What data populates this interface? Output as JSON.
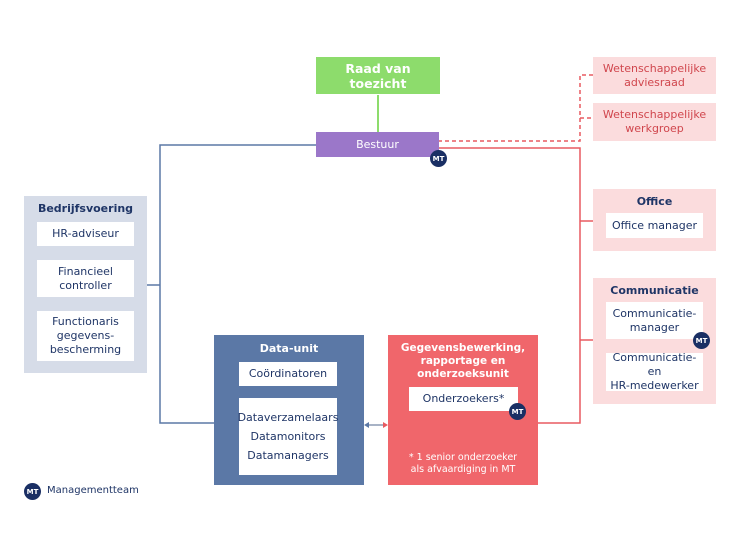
{
  "colors": {
    "green": "#8ddc6c",
    "purple": "#9b77c9",
    "light_blue_panel": "#d6dce8",
    "dark_blue_panel": "#5b78a6",
    "red_panel": "#f0666b",
    "pink_panel": "#fbdcdd",
    "pink_text": "#d0464d",
    "navy": "#1a2f64",
    "blue_line": "#5b78a6",
    "red_line": "#e85a60"
  },
  "raad": "Raad van toezicht",
  "bestuur": "Bestuur",
  "advies": [
    "Wetenschappelijke",
    "adviesraad"
  ],
  "werkgroep": [
    "Wetenschappelijke",
    "werkgroep"
  ],
  "office": {
    "title": "Office",
    "item": "Office manager"
  },
  "communicatie": {
    "title": "Communicatie",
    "manager": [
      "Communicatie-",
      "manager"
    ],
    "medewerker": [
      "Communicatie- en",
      "HR-medewerker"
    ]
  },
  "bedrijfsvoering": {
    "title": "Bedrijfsvoering",
    "hr": "HR-adviseur",
    "financieel": [
      "Financieel",
      "controller"
    ],
    "functionaris": [
      "Functionaris",
      "gegevens-",
      "bescherming"
    ]
  },
  "dataunit": {
    "title": "Data-unit",
    "coord": "Coördinatoren",
    "items": [
      "Dataverzamelaars",
      "Datamonitors",
      "Datamanagers"
    ]
  },
  "gegevens": {
    "title": [
      "Gegevensbewerking,",
      "rapportage en",
      "onderzoeksunit"
    ],
    "onderzoekers": "Onderzoekers*",
    "note": [
      "* 1 senior onderzoeker",
      "als afvaardiging in MT"
    ]
  },
  "mt_badge": "MT",
  "legend": {
    "badge": "MT",
    "label": "Managementteam"
  }
}
